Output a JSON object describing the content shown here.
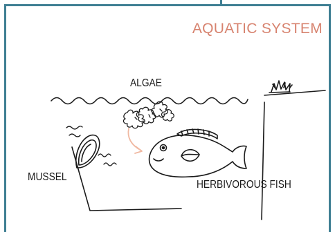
{
  "diagram": {
    "title": "AQUATIC SYSTEM",
    "labels": {
      "algae": "ALGAE",
      "mussel": "MUSSEL",
      "fish": "HERBIVOROUS FISH"
    },
    "colors": {
      "frame": "#3f7f93",
      "title": "#d7836f",
      "arrow": "#f0b9a2",
      "ink": "#1a1a1a"
    }
  }
}
